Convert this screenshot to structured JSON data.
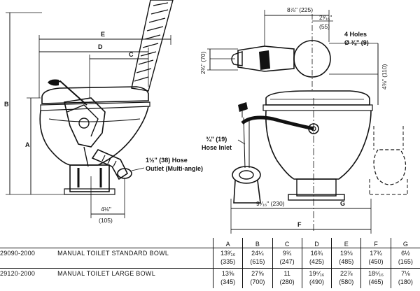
{
  "dimensions": {
    "d_225": "8⅞\" (225)",
    "d_55_in": "2³⁄₁₆\"",
    "d_55_mm": "(55)",
    "d_holes_title": "4 Holes",
    "d_holes_size": "Ø ⅜\" (9)",
    "d_70": "2¾\" (70)",
    "d_110": "4⅜\" (110)",
    "d_105_in": "4⅛\"",
    "d_105_mm": "(105)",
    "d_230": "9¹⁄₁₆\" (230)",
    "d_19": "¾\" (19)"
  },
  "letters": {
    "A": "A",
    "B": "B",
    "C": "C",
    "D": "D",
    "E": "E",
    "F": "F",
    "G": "G"
  },
  "callouts": {
    "hose_outlet_1": "1½\" (38) Hose",
    "hose_outlet_2": "Outlet (Multi-angle)",
    "hose_inlet": "Hose Inlet"
  },
  "table": {
    "headers": [
      "A",
      "B",
      "C",
      "D",
      "E",
      "F",
      "G"
    ],
    "rows": [
      {
        "model": "29090-2000",
        "name": "MANUAL TOILET STANDARD BOWL",
        "inch": [
          "13³⁄₁₆",
          "24¼",
          "9¾",
          "16¾",
          "19⅛",
          "17¾",
          "6½"
        ],
        "mm": [
          "(335)",
          "(615)",
          "(247)",
          "(425)",
          "(485)",
          "(450)",
          "(165)"
        ]
      },
      {
        "model": "29120-2000",
        "name": "MANUAL TOILET LARGE BOWL",
        "inch": [
          "13⅝",
          "27⅝",
          "11",
          "19⁵⁄₁₆",
          "22⅞",
          "18⁵⁄₁₆",
          "7⅛"
        ],
        "mm": [
          "(345)",
          "(700)",
          "(280)",
          "(490)",
          "(580)",
          "(465)",
          "(180)"
        ]
      }
    ]
  }
}
